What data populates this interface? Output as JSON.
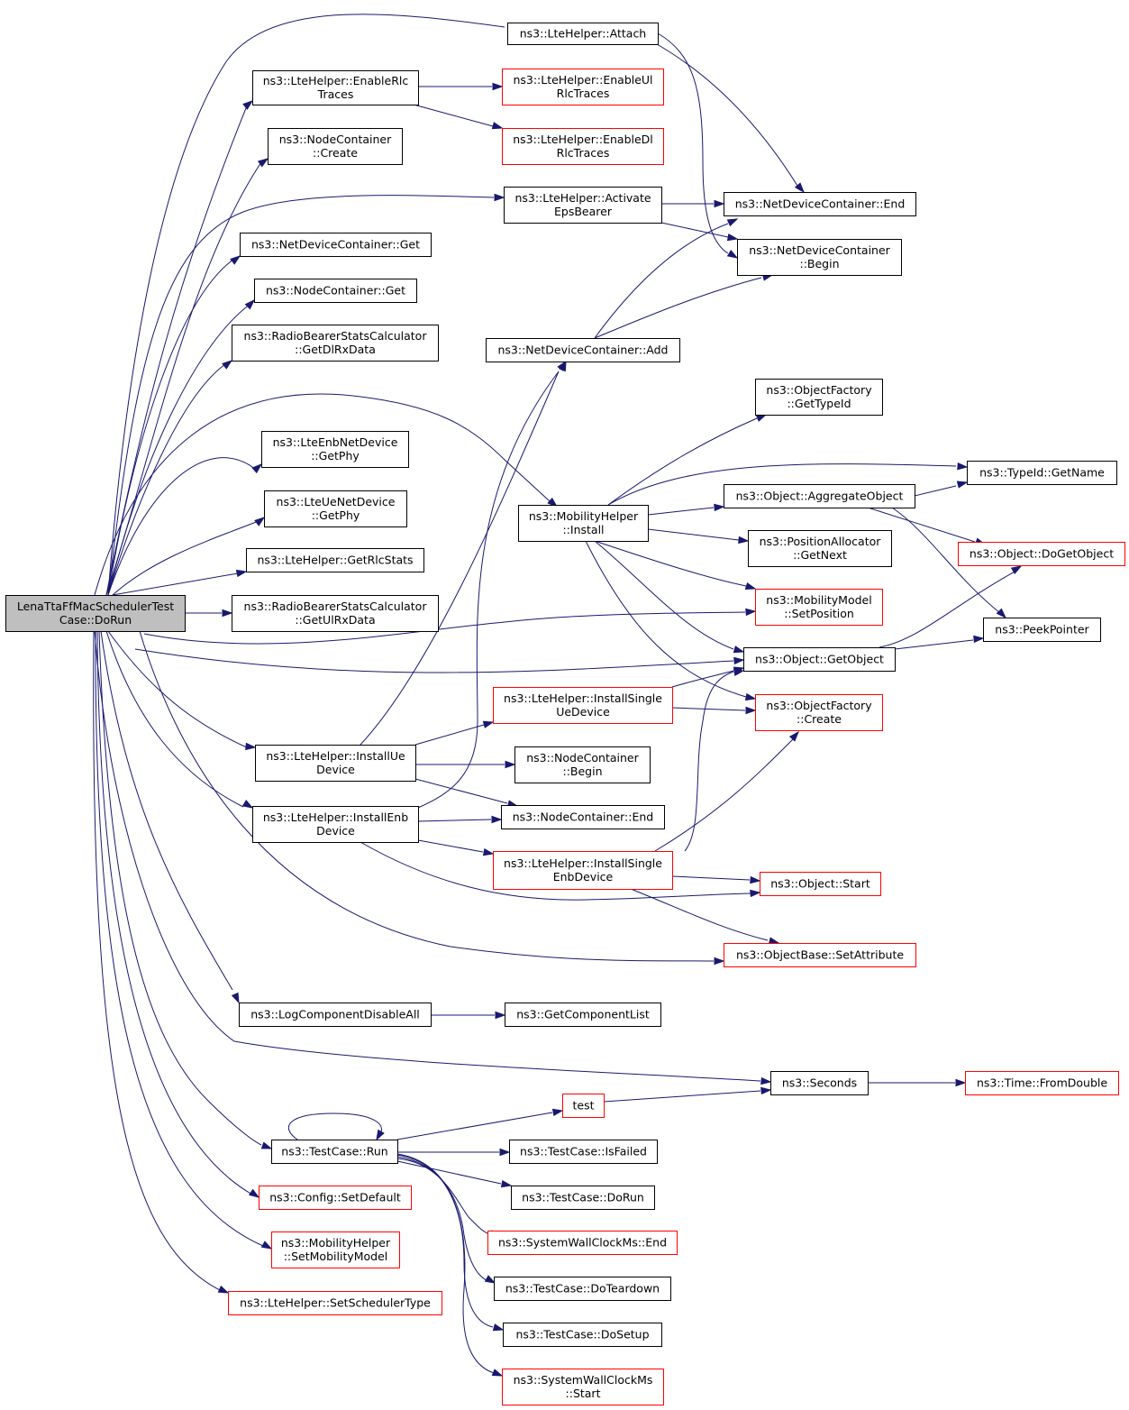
{
  "colors": {
    "edge": "#191970",
    "broken_link_border": "#ff0000",
    "root_fill": "#bfbfbf"
  },
  "nodes": {
    "root": {
      "lines": [
        "LenaTtaFfMacSchedulerTest",
        "Case::DoRun"
      ]
    },
    "attach": {
      "lines": [
        "ns3::LteHelper::Attach"
      ]
    },
    "enableRlcTraces": {
      "lines": [
        "ns3::LteHelper::EnableRlc",
        "Traces"
      ]
    },
    "enableUlRlcTraces": {
      "lines": [
        "ns3::LteHelper::EnableUl",
        "RlcTraces"
      ]
    },
    "enableDlRlcTraces": {
      "lines": [
        "ns3::LteHelper::EnableDl",
        "RlcTraces"
      ]
    },
    "nodeContainerCreate": {
      "lines": [
        "ns3::NodeContainer",
        "::Create"
      ]
    },
    "activateEpsBearer": {
      "lines": [
        "ns3::LteHelper::Activate",
        "EpsBearer"
      ]
    },
    "netDevEnd": {
      "lines": [
        "ns3::NetDeviceContainer::End"
      ]
    },
    "netDevBegin": {
      "lines": [
        "ns3::NetDeviceContainer",
        "::Begin"
      ]
    },
    "netDevGet": {
      "lines": [
        "ns3::NetDeviceContainer::Get"
      ]
    },
    "nodeContainerGet": {
      "lines": [
        "ns3::NodeContainer::Get"
      ]
    },
    "getDlRxData": {
      "lines": [
        "ns3::RadioBearerStatsCalculator",
        "::GetDlRxData"
      ]
    },
    "netDevAdd": {
      "lines": [
        "ns3::NetDeviceContainer::Add"
      ]
    },
    "getTypeId": {
      "lines": [
        "ns3::ObjectFactory",
        "::GetTypeId"
      ]
    },
    "enbGetPhy": {
      "lines": [
        "ns3::LteEnbNetDevice",
        "::GetPhy"
      ]
    },
    "typeIdGetName": {
      "lines": [
        "ns3::TypeId::GetName"
      ]
    },
    "aggregateObject": {
      "lines": [
        "ns3::Object::AggregateObject"
      ]
    },
    "ueGetPhy": {
      "lines": [
        "ns3::LteUeNetDevice",
        "::GetPhy"
      ]
    },
    "mobilityInstall": {
      "lines": [
        "ns3::MobilityHelper",
        "::Install"
      ]
    },
    "posAllocGetNext": {
      "lines": [
        "ns3::PositionAllocator",
        "::GetNext"
      ]
    },
    "doGetObject": {
      "lines": [
        "ns3::Object::DoGetObject"
      ]
    },
    "getRlcStats": {
      "lines": [
        "ns3::LteHelper::GetRlcStats"
      ]
    },
    "getUlRxData": {
      "lines": [
        "ns3::RadioBearerStatsCalculator",
        "::GetUlRxData"
      ]
    },
    "setPosition": {
      "lines": [
        "ns3::MobilityModel",
        "::SetPosition"
      ]
    },
    "peekPointer": {
      "lines": [
        "ns3::PeekPointer"
      ]
    },
    "getObject": {
      "lines": [
        "ns3::Object::GetObject"
      ]
    },
    "installSingleUe": {
      "lines": [
        "ns3::LteHelper::InstallSingle",
        "UeDevice"
      ]
    },
    "objectFactoryCreate": {
      "lines": [
        "ns3::ObjectFactory",
        "::Create"
      ]
    },
    "installUe": {
      "lines": [
        "ns3::LteHelper::InstallUe",
        "Device"
      ]
    },
    "nodeContainerBegin": {
      "lines": [
        "ns3::NodeContainer",
        "::Begin"
      ]
    },
    "installEnb": {
      "lines": [
        "ns3::LteHelper::InstallEnb",
        "Device"
      ]
    },
    "nodeContainerEnd": {
      "lines": [
        "ns3::NodeContainer::End"
      ]
    },
    "installSingleEnb": {
      "lines": [
        "ns3::LteHelper::InstallSingle",
        "EnbDevice"
      ]
    },
    "objectStart": {
      "lines": [
        "ns3::Object::Start"
      ]
    },
    "setAttribute": {
      "lines": [
        "ns3::ObjectBase::SetAttribute"
      ]
    },
    "logDisableAll": {
      "lines": [
        "ns3::LogComponentDisableAll"
      ]
    },
    "getComponentList": {
      "lines": [
        "ns3::GetComponentList"
      ]
    },
    "seconds": {
      "lines": [
        "ns3::Seconds"
      ]
    },
    "fromDouble": {
      "lines": [
        "ns3::Time::FromDouble"
      ]
    },
    "test": {
      "lines": [
        "test"
      ]
    },
    "testCaseRun": {
      "lines": [
        "ns3::TestCase::Run"
      ]
    },
    "isFailed": {
      "lines": [
        "ns3::TestCase::IsFailed"
      ]
    },
    "configSetDefault": {
      "lines": [
        "ns3::Config::SetDefault"
      ]
    },
    "testCaseDoRun": {
      "lines": [
        "ns3::TestCase::DoRun"
      ]
    },
    "wallClockEnd": {
      "lines": [
        "ns3::SystemWallClockMs::End"
      ]
    },
    "setMobilityModel": {
      "lines": [
        "ns3::MobilityHelper",
        "::SetMobilityModel"
      ]
    },
    "doTeardown": {
      "lines": [
        "ns3::TestCase::DoTeardown"
      ]
    },
    "setSchedulerType": {
      "lines": [
        "ns3::LteHelper::SetSchedulerType"
      ]
    },
    "doSetup": {
      "lines": [
        "ns3::TestCase::DoSetup"
      ]
    },
    "wallClockStart": {
      "lines": [
        "ns3::SystemWallClockMs",
        "::Start"
      ]
    }
  }
}
